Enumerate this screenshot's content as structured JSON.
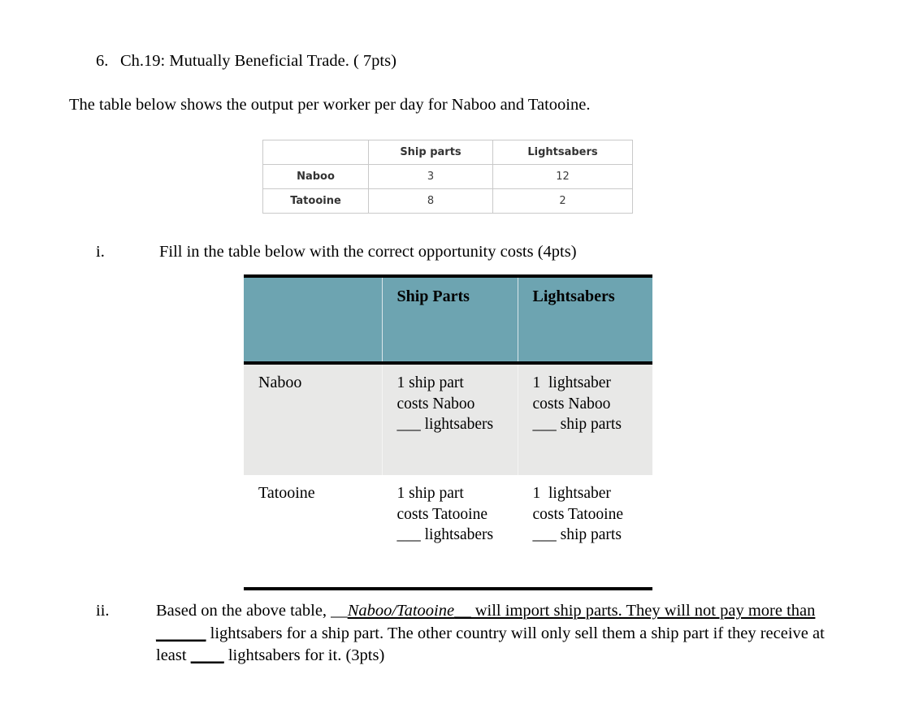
{
  "question": {
    "number": "6.",
    "title": "Ch.19: Mutually Beneficial Trade. ( 7pts)",
    "intro": "The table below shows the output per worker per day for Naboo and Tatooine."
  },
  "output_table": {
    "headers": [
      "",
      "Ship parts",
      "Lightsabers"
    ],
    "rows": [
      {
        "country": "Naboo",
        "ship_parts": "3",
        "lightsabers": "12"
      },
      {
        "country": "Tatooine",
        "ship_parts": "8",
        "lightsabers": "2"
      }
    ]
  },
  "part_i": {
    "marker": "i.",
    "prompt": "Fill in the table below with the correct opportunity costs (4pts)",
    "table": {
      "header_color": "#6da4b1",
      "row_shade_color": "#e8e8e7",
      "headers": [
        "",
        "Ship Parts",
        "Lightsabers"
      ],
      "rows": [
        {
          "country": "Naboo",
          "ship_parts": {
            "line1": "1 ship part",
            "line2": "costs Naboo",
            "line3": "___ lightsabers"
          },
          "lightsabers": {
            "line1": "1  lightsaber",
            "line2": "costs Naboo",
            "line3": "___ ship parts"
          }
        },
        {
          "country": "Tatooine",
          "ship_parts": {
            "line1": "1 ship part",
            "line2": "costs Tatooine",
            "line3": "___ lightsabers"
          },
          "lightsabers": {
            "line1": "1  lightsaber",
            "line2": "costs Tatooine",
            "line3": "___ ship parts"
          }
        }
      ]
    }
  },
  "part_ii": {
    "marker": "ii.",
    "text_before_answer": "Based on the above table, __",
    "answer_choice": "Naboo/Tatooine",
    "text_after_answer": "__ will import ship parts.  They will not pay more than ",
    "blank_1": "______",
    "text_middle": " lightsabers for a ship part. The other country will only sell them a ship part if they receive at least ",
    "blank_2": "____",
    "text_end": " lightsabers for it. (3pts)"
  }
}
